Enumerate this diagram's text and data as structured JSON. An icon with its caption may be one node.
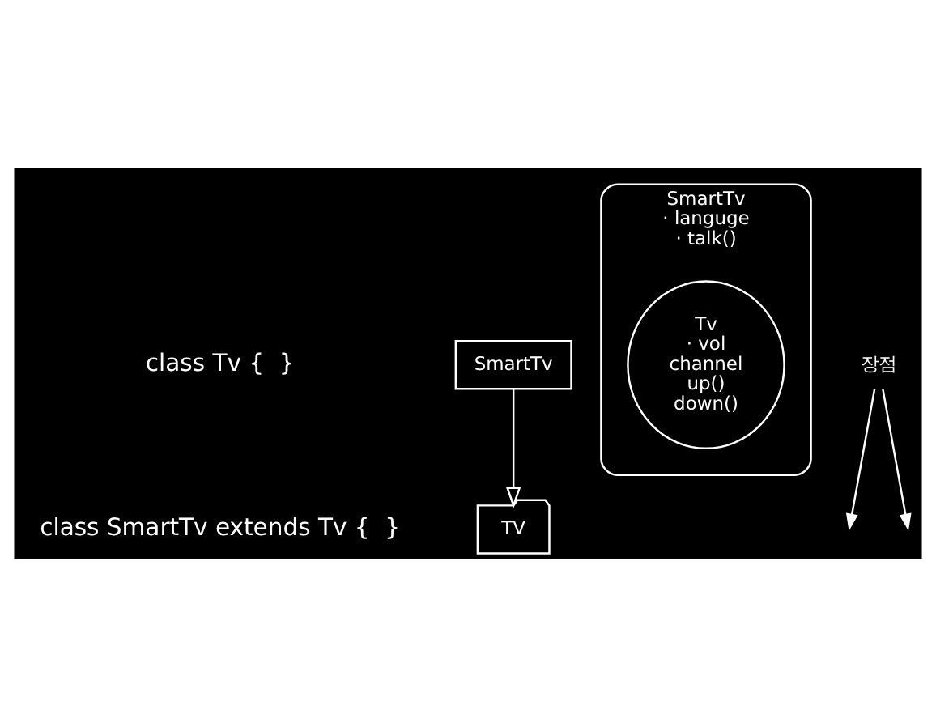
{
  "diagram": {
    "nodes": [
      {
        "text": [
          "TV"
        ]
      },
      {
        "text": [
          "SmartTv"
        ]
      },
      {
        "text": [
          "SmartTv",
          "· languge",
          "· talk()"
        ]
      },
      {
        "text": [
          "Tv",
          "· vol",
          "channel",
          "up()",
          "down()"
        ],
        "in": 2
      },
      {
        "text": [
          "장점"
        ]
      }
    ],
    "edges": [
      {
        "from": 1,
        "to": 0,
        "arrow": "to"
      },
      {
        "from": 4,
        "to": null,
        "arrow": "to"
      },
      {
        "from": 4,
        "to": null,
        "arrow": "to"
      }
    ],
    "labels": [
      "class Tv {  }",
      "class SmartTv extends Tv {  }"
    ]
  }
}
